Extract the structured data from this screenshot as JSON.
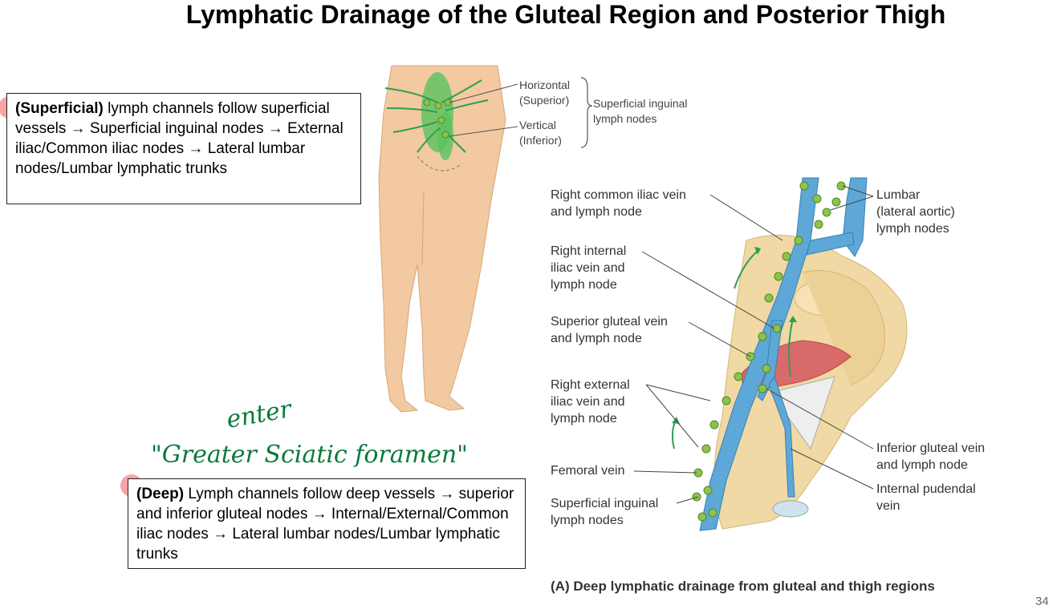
{
  "title": "Lymphatic Drainage of the Gluteal Region and Posterior Thigh",
  "superficial_box": {
    "bold": "(Superficial)",
    "text": " lymph channels follow superficial vessels → Superficial inguinal nodes → External iliac/Common iliac nodes → Lateral lumbar nodes/Lumbar lymphatic trunks"
  },
  "deep_box": {
    "bold": "(Deep)",
    "text": " Lymph channels follow deep vessels → superior and inferior gluteal nodes → Internal/External/Common iliac nodes → Lateral lumbar nodes/Lumbar lymphatic trunks"
  },
  "annotation": {
    "line1": "enter",
    "line2": "\"Greater Sciatic foramen\""
  },
  "figure_top": {
    "horizontal": "Horizontal",
    "superior": "(Superior)",
    "vertical": "Vertical",
    "inferior": "(Inferior)",
    "group_label_1": "Superficial inguinal",
    "group_label_2": "lymph nodes"
  },
  "figure_deep": {
    "labels_left": [
      {
        "l1": "Right common iliac vein",
        "l2": "and lymph node"
      },
      {
        "l1": "Right internal",
        "l2": "iliac vein and",
        "l3": "lymph node"
      },
      {
        "l1": "Superior gluteal vein",
        "l2": "and lymph node"
      },
      {
        "l1": "Right external",
        "l2": "iliac vein and",
        "l3": "lymph node"
      },
      {
        "l1": "Femoral vein"
      },
      {
        "l1": "Superficial inguinal",
        "l2": "lymph nodes"
      }
    ],
    "labels_right": [
      {
        "l1": "Lumbar",
        "l2": "(lateral aortic)",
        "l3": "lymph nodes"
      },
      {
        "l1": "Inferior gluteal vein",
        "l2": "and lymph node"
      },
      {
        "l1": "Internal pudendal",
        "l2": "vein"
      }
    ],
    "caption": "(A) Deep lymphatic drainage from gluteal and thigh regions"
  },
  "page_number": "34",
  "colors": {
    "skin": "#f2c9a0",
    "bone": "#f0d9a4",
    "vein": "#5ea8d8",
    "node": "#8fc24a",
    "lymph_green": "#3cb35a",
    "muscle": "#d96a6a",
    "marker": "#f55a5a",
    "handwriting": "#0a7a3a"
  }
}
